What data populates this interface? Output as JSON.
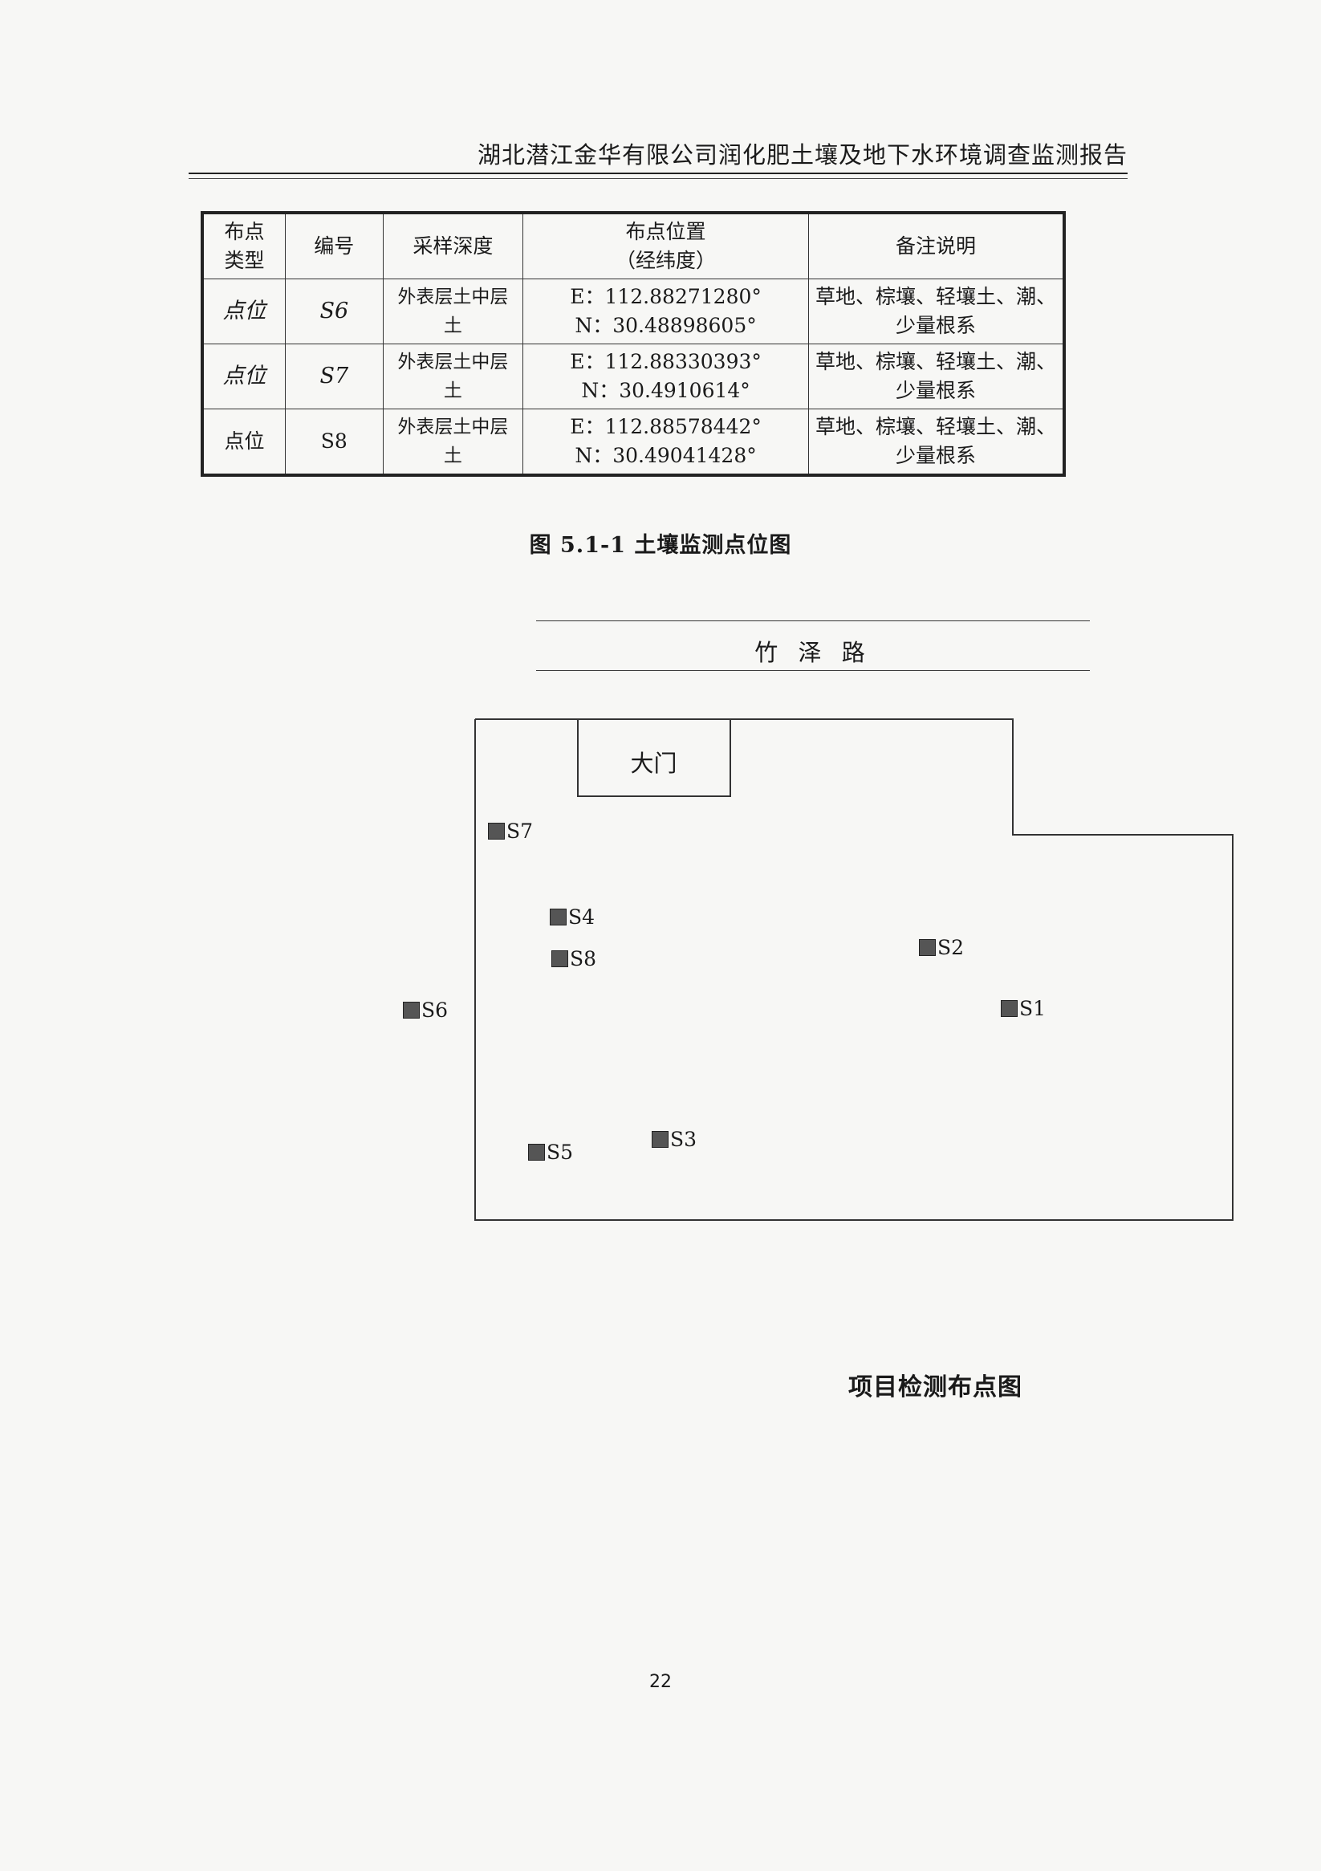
{
  "header": {
    "title": "湖北潜江金华有限公司润化肥土壤及地下水环境调查监测报告"
  },
  "table": {
    "columns": [
      "布点\n类型",
      "编号",
      "采样深度",
      "布点位置\n（经纬度）",
      "备注说明"
    ],
    "rows": [
      {
        "type": "点位",
        "id": "S6",
        "depth": "外表层土中层\n土",
        "position": "E：112.88271280°\nN：30.48898605°",
        "note": "草地、棕壤、轻壤土、潮、\n少量根系"
      },
      {
        "type": "点位",
        "id": "S7",
        "depth": "外表层土中层\n土",
        "position": "E：112.88330393°\nN：30.4910614°",
        "note": "草地、棕壤、轻壤土、潮、\n少量根系"
      },
      {
        "type": "点位",
        "id": "S8",
        "depth": "外表层土中层\n土",
        "position": "E：112.88578442°\nN：30.49041428°",
        "note": "草地、棕壤、轻壤土、潮、\n少量根系"
      }
    ]
  },
  "figure_caption": "图 5.1-1   土壤监测点位图",
  "site_map": {
    "road_label": "竹 泽 路",
    "gate_label": "大门",
    "points": [
      {
        "label": "S7"
      },
      {
        "label": "S4"
      },
      {
        "label": "S8"
      },
      {
        "label": "S2"
      },
      {
        "label": "S6"
      },
      {
        "label": "S1"
      },
      {
        "label": "S5"
      },
      {
        "label": "S3"
      }
    ],
    "caption": "项目检测布点图"
  },
  "page_number": "22"
}
